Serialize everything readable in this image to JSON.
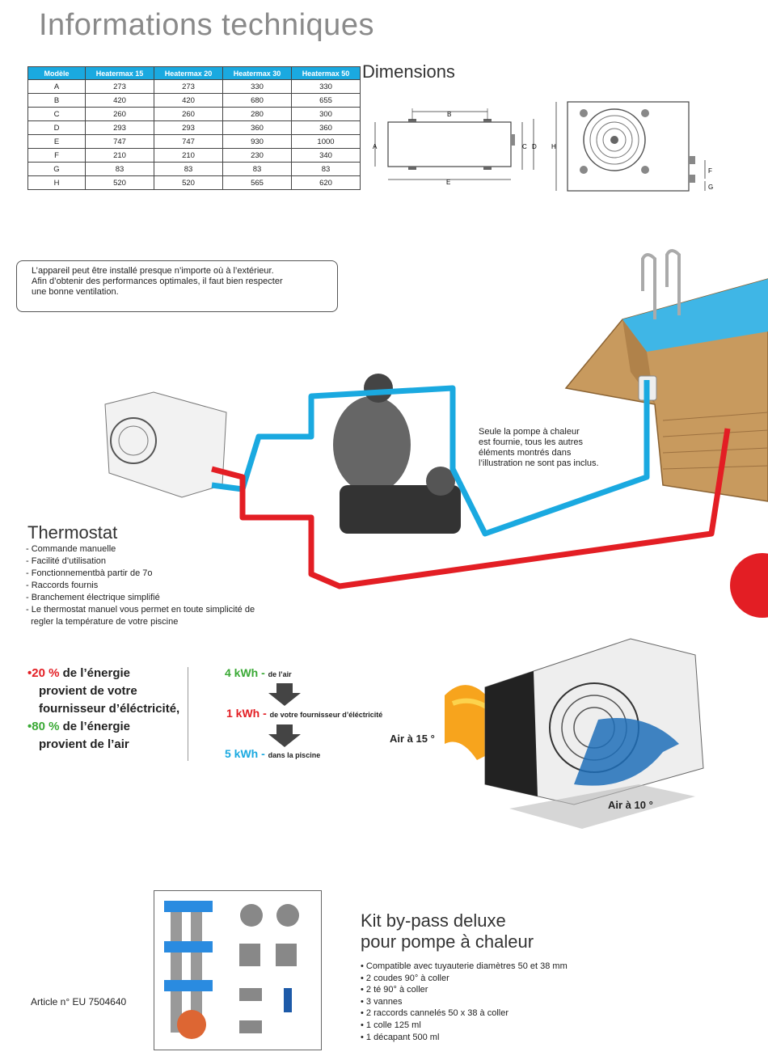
{
  "page": {
    "title": "Informations techniques"
  },
  "specs": {
    "headers": [
      "Modèle",
      "Heatermax 15",
      "Heatermax 20",
      "Heatermax 30",
      "Heatermax 50"
    ],
    "rows": [
      [
        "A",
        "273",
        "273",
        "330",
        "330"
      ],
      [
        "B",
        "420",
        "420",
        "680",
        "655"
      ],
      [
        "C",
        "260",
        "260",
        "280",
        "300"
      ],
      [
        "D",
        "293",
        "293",
        "360",
        "360"
      ],
      [
        "E",
        "747",
        "747",
        "930",
        "1000"
      ],
      [
        "F",
        "210",
        "210",
        "230",
        "340"
      ],
      [
        "G",
        "83",
        "83",
        "83",
        "83"
      ],
      [
        "H",
        "520",
        "520",
        "565",
        "620"
      ]
    ]
  },
  "dimensions": {
    "title": "Dimensions",
    "labels": {
      "a": "A",
      "b": "B",
      "c": "C",
      "d": "D",
      "e": "E",
      "f": "F",
      "g": "G",
      "h": "H"
    }
  },
  "note": {
    "line1": "L’appareil peut être installé presque n’importe où à l’extérieur.",
    "line2": "Afin d’obtenir des performances optimales, il faut bien respecter",
    "line3": "une bonne ventilation."
  },
  "pump_caption": {
    "line1": "Seule la pompe à chaleur",
    "line2": "est fournie, tous les autres",
    "line3": "éléments montrés dans",
    "line4": "l’illustration ne sont pas inclus."
  },
  "thermostat": {
    "title": "Thermostat",
    "items": [
      "- Commande manuelle",
      "- Facilité d’utilisation",
      "- Fonctionnementbà partir de 7o",
      "- Raccords fournis",
      "- Branchement électrique simplifié",
      "- Le thermostat manuel vous permet en toute simplicité de",
      "  regler la température de votre piscine"
    ]
  },
  "energy": {
    "bullet1_pct": "20 %",
    "bullet1_a": " de l’énergie",
    "bullet1_b": "provient de votre",
    "bullet1_c": "fournisseur d’éléctricité,",
    "bullet2_pct": "80 %",
    "bullet2_a": " de l’énergie",
    "bullet2_b": "provient de l’air",
    "kwh1": "4 kWh -",
    "kwh1_desc": "de l’air",
    "kwh2": "1 kWh -",
    "kwh2_desc": "de votre fournisseur d’éléctricité",
    "kwh3": "5 kWh -",
    "kwh3_desc": "dans la piscine",
    "air_in": "Air à 15 °",
    "air_out": "Air à 10 °",
    "colors": {
      "red": "#e31e24",
      "green": "#3aa935",
      "blue": "#1aa9e0"
    }
  },
  "kit": {
    "title1": "Kit by-pass deluxe",
    "title2": "pour pompe à chaleur",
    "items": [
      "• Compatible avec tuyauterie diamètres 50 et 38 mm",
      "• 2 coudes 90° à coller",
      "• 2 té 90° à coller",
      "• 3 vannes",
      "• 2 raccords cannelés 50 x 38 à coller",
      "• 1 colle 125 ml",
      "• 1 décapant 500 ml"
    ],
    "article": "Article n° EU 7504640"
  }
}
